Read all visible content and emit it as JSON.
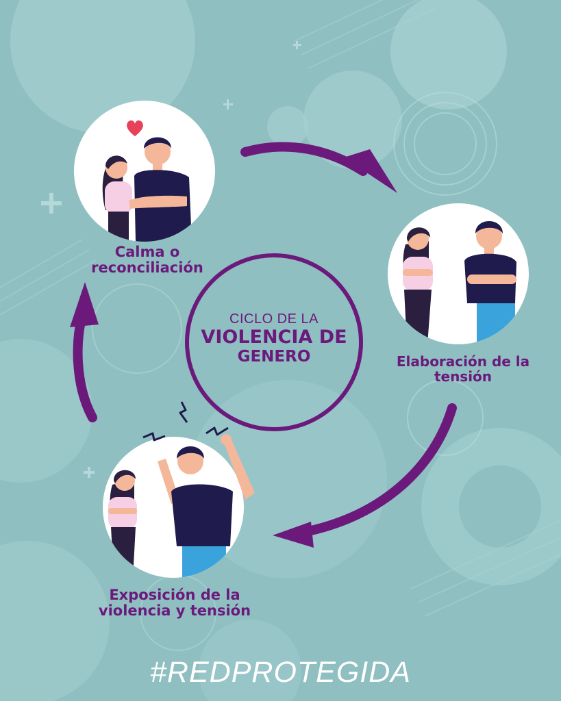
{
  "diagram": {
    "center": {
      "line1": "CICLO DE LA",
      "line2": "VIOLENCIA DE",
      "line3": "GENERO"
    },
    "stages": [
      {
        "label": "Calma o\nreconciliación"
      },
      {
        "label": "Elaboración de la\ntensión"
      },
      {
        "label": "Exposición de la\nviolencia y tensión"
      }
    ],
    "hashtag": "#REDPROTEGIDA"
  },
  "colors": {
    "background": "#8fbfc1",
    "accent": "#6b1a7c",
    "shirt_man": "#1f1b4d",
    "shirt_woman": "#f6cfe4",
    "jeans": "#3aa3dc",
    "heart": "#e8425a"
  },
  "icons": [
    "heart-icon",
    "anger-spark-icon"
  ]
}
